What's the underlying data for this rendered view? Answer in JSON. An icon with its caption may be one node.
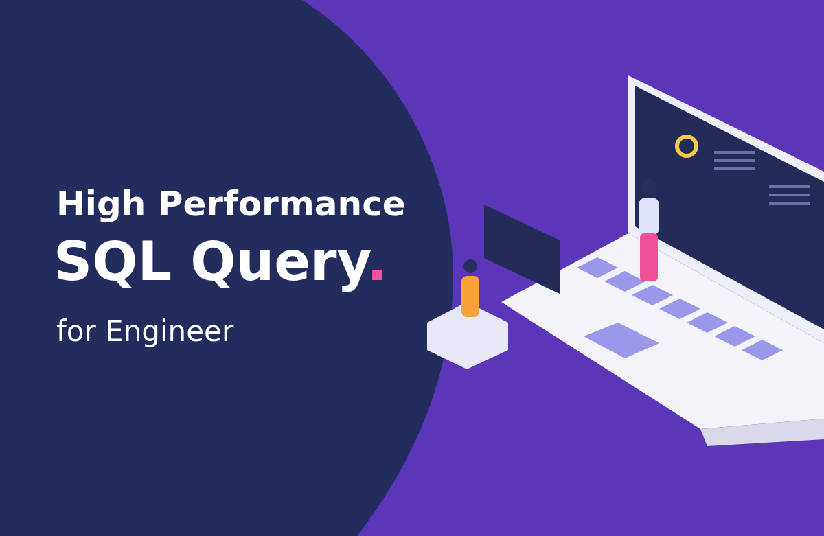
{
  "diagram": {
    "labels": [
      "High Performance",
      "SQL Query.",
      "for Engineer"
    ]
  }
}
